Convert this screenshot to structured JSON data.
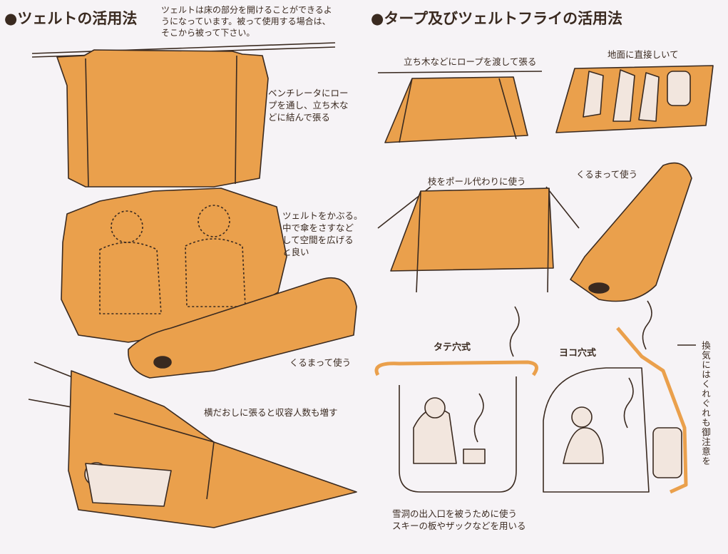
{
  "left": {
    "heading": "●ツェルトの活用法",
    "note": [
      "ツェルトは床の部分を開けることができるよ",
      "うになっています。被って使用する場合は、",
      "そこから被って下さい。"
    ],
    "captions": {
      "ventilator": [
        "ベンチレータにロー",
        "プを通し、立ち木な",
        "どに結んで張る"
      ],
      "cover": [
        "ツェルトをかぶる。",
        "中で傘をさすなど",
        "して空間を広げる",
        "と良い"
      ],
      "wrap": "くるまって使う",
      "sideways": "横だおしに張ると収容人数も増す"
    }
  },
  "right": {
    "heading": "●タープ及びツェルトフライの活用法",
    "captions": {
      "rope": "立ち木などにロープを渡して張る",
      "ground": "地面に直接しいて",
      "branch": "枝をポール代わりに使う",
      "wrap": "くるまって使う",
      "vertical_hole": "タテ穴式",
      "horizontal_hole": "ヨコ穴式",
      "ventilation": "換気にはくれぐれも御注意を",
      "entrance": [
        "雪洞の出入口を被うために使う",
        "スキーの板やザックなどを用いる"
      ]
    }
  },
  "colors": {
    "orange": "#eaa04c",
    "ink": "#3a2a20",
    "background": "#f6f3f6"
  }
}
